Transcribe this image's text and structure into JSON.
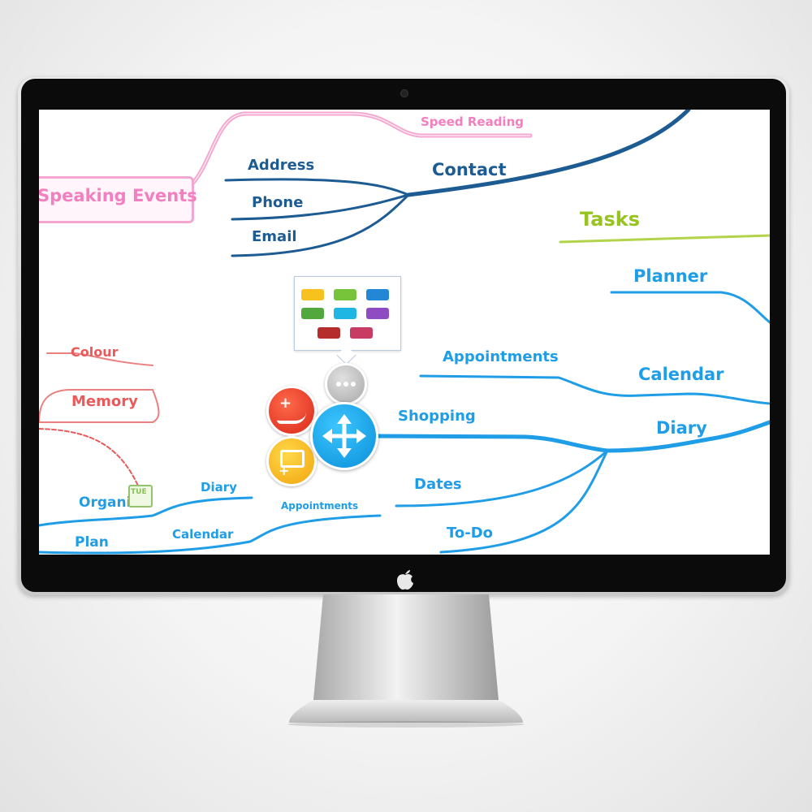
{
  "mindmap": {
    "speaking_events": "Speaking Events",
    "speed_reading": "Speed Reading",
    "contact": "Contact",
    "address": "Address",
    "phone": "Phone",
    "email": "Email",
    "tasks": "Tasks",
    "planner": "Planner",
    "calendar": "Calendar",
    "appointments": "Appointments",
    "diary": "Diary",
    "shopping": "Shopping",
    "dates": "Dates",
    "todo": "To-Do",
    "colour": "Colour",
    "memory": "Memory",
    "organise": "Organise",
    "plan": "Plan",
    "small_diary": "Diary",
    "small_calendar": "Calendar",
    "small_appointments": "Appointments",
    "tue_badge": "TUE"
  },
  "toolbar": {
    "more_icon": "more-options-icon",
    "move_icon": "move-arrows-icon",
    "add_branch_icon": "add-branch-icon",
    "add_note_icon": "add-note-icon"
  },
  "colors": {
    "blue": "#1f9de6",
    "navy": "#1d5b93",
    "pink": "#f27fbf",
    "red": "#ea5a5a",
    "green": "#97c41f"
  }
}
